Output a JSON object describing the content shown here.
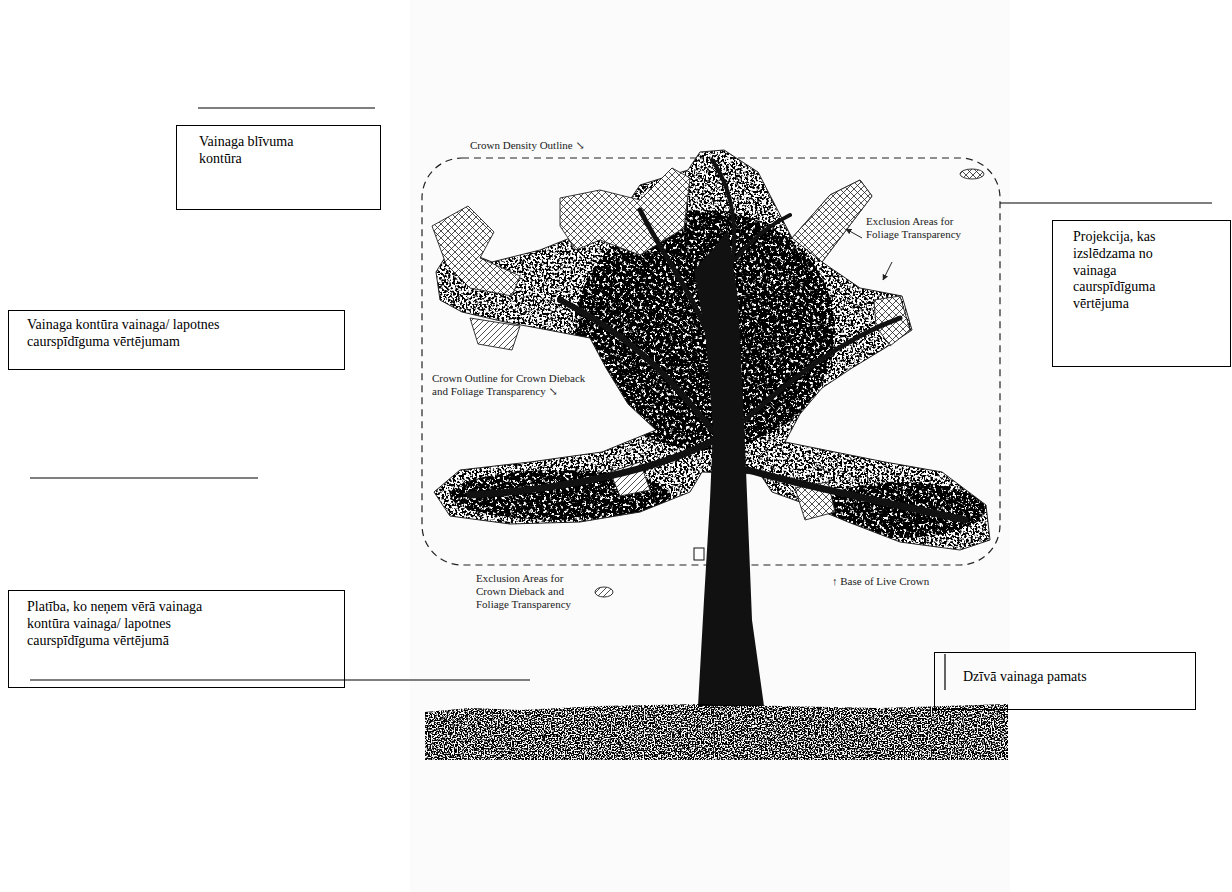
{
  "diagram": {
    "nodes": [
      {
        "text": [
          "Vainaga blīvuma kontūra"
        ]
      },
      {
        "text": [
          "Projekcija, kas izslēdzama no vainaga caurspīdīguma vērtējuma"
        ]
      },
      {
        "text": [
          "Vainaga kontūra vainaga/ lapotnes caurspīdīguma vērtējumam"
        ]
      },
      {
        "text": [
          "Platība, ko neņem vērā vainaga kontūra vainaga/ lapotnes caurspīdīguma vērtējumā"
        ]
      },
      {
        "text": [
          "Dzīvā vainaga pamats"
        ]
      }
    ],
    "labels": [
      "Crown Density Outline ↘",
      "Exclusion Areas for Foliage Transparency",
      "Crown Outline for Crown Dieback and Foliage Transparency ↘",
      "Exclusion Areas for Crown Dieback and Foliage Transparency",
      "↑ Base of Live Crown"
    ]
  }
}
